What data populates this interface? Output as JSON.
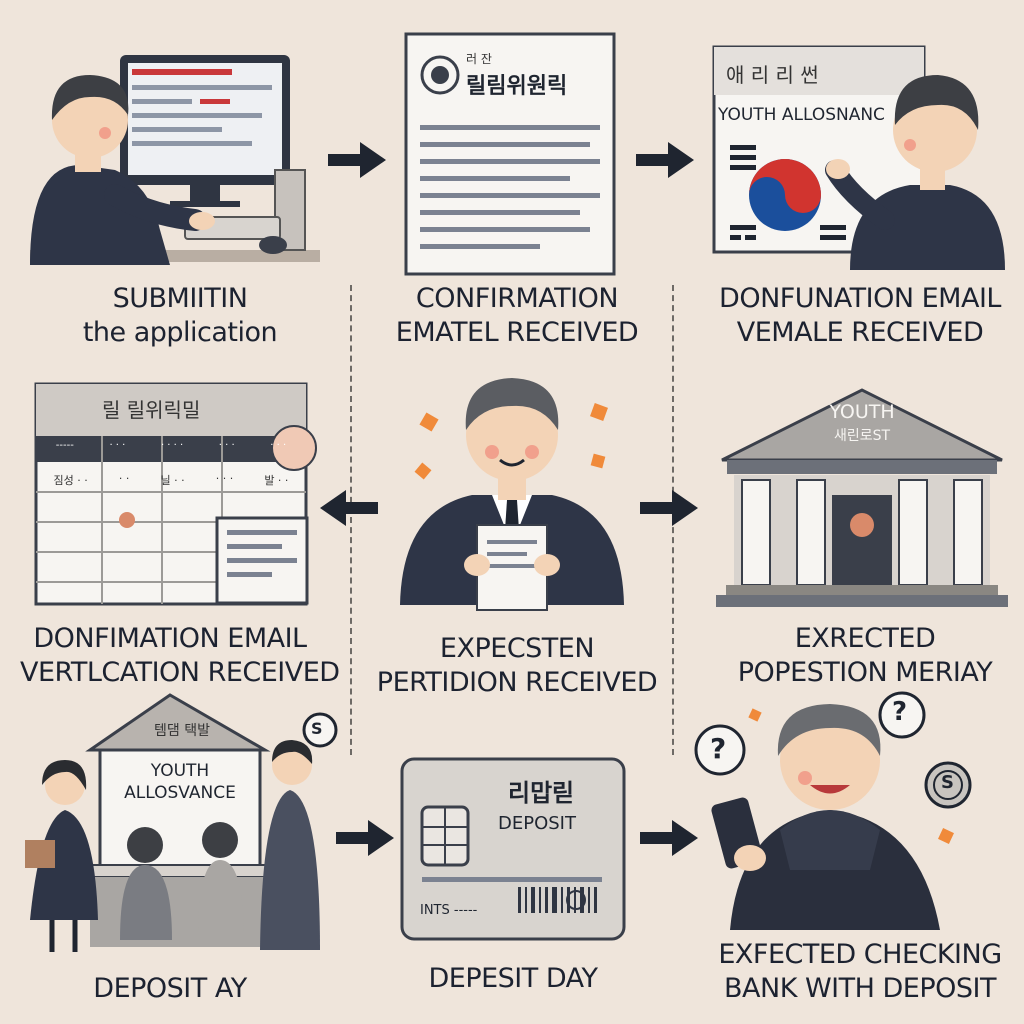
{
  "colors": {
    "background": "#efe5db",
    "ink": "#1f2530",
    "suit": "#2e3547",
    "skin": "#f3d3b6",
    "hair": "#3d3f44",
    "flag_red": "#d1342f",
    "flag_blue": "#1b4f9c",
    "accent_orange": "#f08a3a"
  },
  "steps": [
    {
      "id": "submit",
      "caption": [
        "SUBMIITIN",
        "the application"
      ]
    },
    {
      "id": "confirm-email",
      "caption": [
        "CONFIRMATION",
        "EMATEL RECEIVED"
      ],
      "doc_heading": "릴림위원릭",
      "doc_seal_text": "러 잔"
    },
    {
      "id": "donfunation",
      "caption": [
        "DONFUNATION EMAIL",
        "VEMALE   RECEIVED"
      ],
      "sign_heading": "애 리 리 썬",
      "sign_subheading": "YOUTH ALLOSNANC"
    },
    {
      "id": "verification",
      "caption": [
        "DONFIMATION EMAIL",
        "VERTLCATION RECEIVED"
      ],
      "doc_heading": "릴 릴위릭밀",
      "table_headers": [
        "-----",
        "· · ·",
        "· · · ·",
        "· · ·",
        "· · ·"
      ],
      "table_cells": [
        "짐성 · ·",
        "· ·",
        "닐 · ·",
        "· · ·",
        "발 · ·"
      ]
    },
    {
      "id": "center",
      "caption": [
        "EXPECSTEN",
        "PERTIDION RECEIVED"
      ]
    },
    {
      "id": "institution",
      "caption": [
        "EXRECTED",
        "POPESTION MERIAY"
      ],
      "pediment_title": "YOUTH",
      "pediment_sub": "새린로ST"
    },
    {
      "id": "deposit-office",
      "caption": [
        "DEPOSIT   AY"
      ],
      "roof_text": "템댐 택발",
      "sign_text": [
        "YOUTH",
        "ALLOSVANCE"
      ],
      "badge": "S"
    },
    {
      "id": "deposit-card",
      "caption": [
        "DEPESIT DAY"
      ],
      "card_korean": "리맙릳",
      "card_label": "DEPOSIT",
      "card_number": "INTS -----"
    },
    {
      "id": "checking",
      "caption": [
        "EXFECTED CHECKING",
        "BANK WITH DEPOSIT"
      ],
      "coin": "S",
      "question": "?"
    }
  ]
}
